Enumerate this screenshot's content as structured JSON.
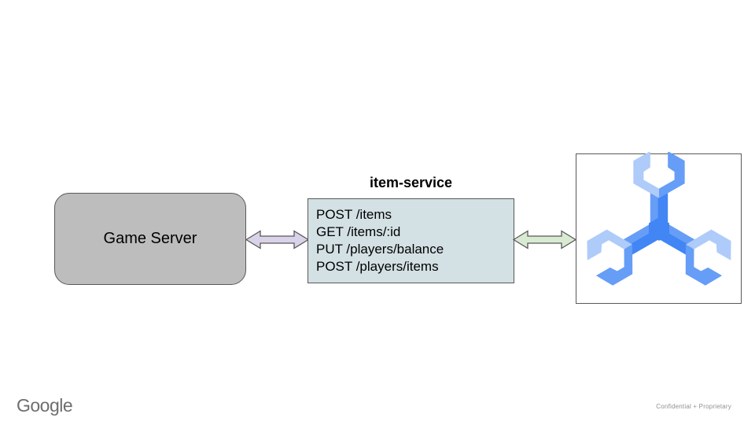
{
  "footer": {
    "brand": "Google",
    "confidentiality": "Confidential + Proprietary"
  },
  "diagram": {
    "game_server": {
      "label": "Game Server",
      "fill": "#bdbdbd",
      "border": "#595959"
    },
    "item_service": {
      "title": "item-service",
      "endpoints": [
        "POST /items",
        "GET /items/:id",
        "PUT /players/balance",
        "POST /players/items"
      ],
      "fill": "#d3e0e4",
      "border": "#595959"
    },
    "arrows": {
      "left": {
        "fill": "#d9d2e9",
        "stroke": "#595959"
      },
      "right": {
        "fill": "#d9ead3",
        "stroke": "#595959"
      }
    },
    "spanner": {
      "icon_colors": {
        "light": "#aecbfa",
        "medium": "#669df6",
        "dark": "#4285f4"
      },
      "box_border": "#595959"
    }
  }
}
